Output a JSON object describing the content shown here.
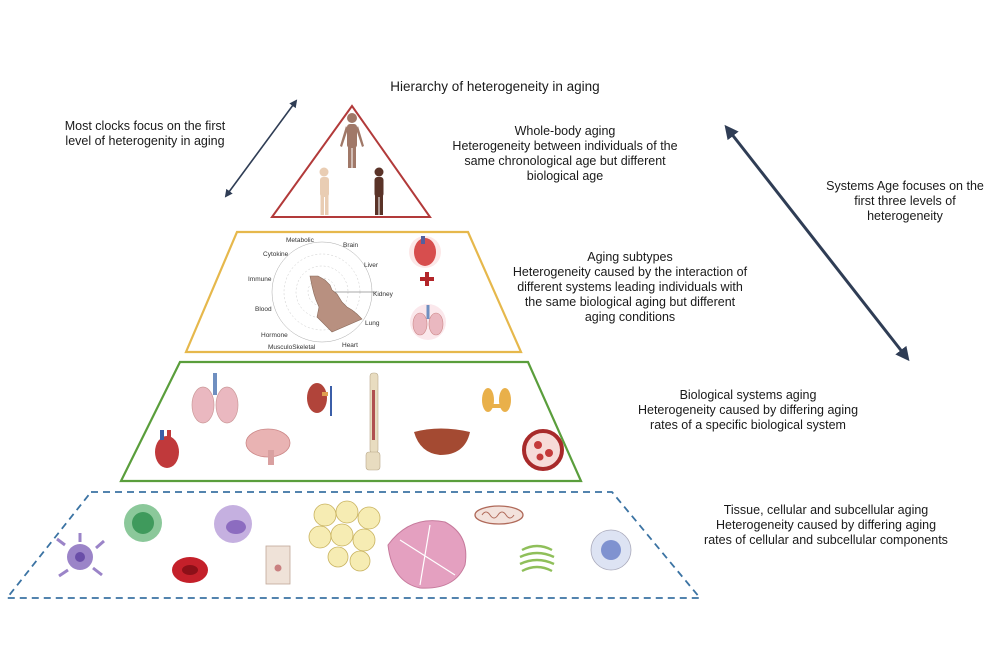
{
  "title": "Hierarchy of heterogeneity in aging",
  "left_note": [
    "Most clocks focus on the first",
    "level of heterogenity in aging"
  ],
  "right_note": [
    "Systems Age focuses on the",
    "first three levels of",
    "heterogeneity"
  ],
  "levels": [
    {
      "name": "Whole-body aging",
      "lines": [
        "Heterogeneity between individuals of the",
        "same chronological age but different",
        "biological age"
      ],
      "color": "#b23a3a"
    },
    {
      "name": "Aging subtypes",
      "lines": [
        "Heterogeneity caused by the interaction of",
        "different systems leading individuals with",
        "the same biological aging but different",
        "aging conditions"
      ],
      "color": "#e6b84c"
    },
    {
      "name": "Biological systems aging",
      "lines": [
        "Heterogeneity caused by differing aging",
        "rates of a specific biological system"
      ],
      "color": "#5a9e3c"
    },
    {
      "name": "Tissue, cellular and subcellular aging",
      "lines": [
        "Heterogeneity caused by differing aging",
        "rates of cellular and subcellular components"
      ],
      "color": "#3b73a3"
    }
  ],
  "radar_labels": [
    "Metabolic",
    "Brain",
    "Liver",
    "Kidney",
    "Lung",
    "Heart",
    "MusculoSkeletal",
    "Hormone",
    "Blood",
    "Immune",
    "Cytokine"
  ],
  "arrow_color": "#2f3d55"
}
